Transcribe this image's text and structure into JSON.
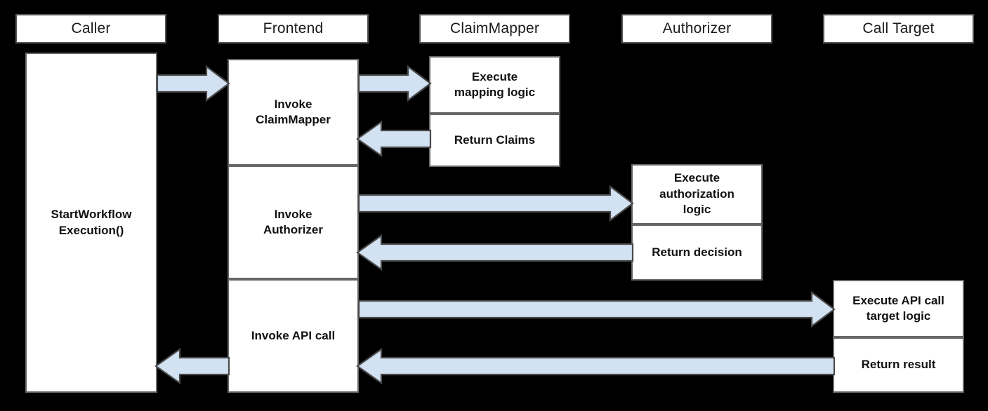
{
  "diagram": {
    "title": "Workflow authorization sequence diagram",
    "background_color": "#000000",
    "box_fill": "#ffffff",
    "box_border": "#555555",
    "arrow_fill": "#d2e2f2",
    "arrow_border": "#4a4a4a",
    "text_color": "#111111"
  },
  "lifelines": [
    {
      "id": "caller",
      "label": "Caller"
    },
    {
      "id": "frontend",
      "label": "Frontend"
    },
    {
      "id": "claimmapper",
      "label": "ClaimMapper"
    },
    {
      "id": "authorizer",
      "label": "Authorizer"
    },
    {
      "id": "calltarget",
      "label": "Call Target"
    }
  ],
  "activations": [
    {
      "id": "caller-start",
      "lifeline": "caller",
      "label": "StartWorkflow\nExecution()"
    },
    {
      "id": "frontend-claim",
      "lifeline": "frontend",
      "label": "Invoke\nClaimMapper"
    },
    {
      "id": "frontend-auth",
      "lifeline": "frontend",
      "label": "Invoke\nAuthorizer"
    },
    {
      "id": "frontend-api",
      "lifeline": "frontend",
      "label": "Invoke API call"
    },
    {
      "id": "claim-execute",
      "lifeline": "claimmapper",
      "label": "Execute\nmapping logic"
    },
    {
      "id": "claim-return",
      "lifeline": "claimmapper",
      "label": "Return Claims"
    },
    {
      "id": "auth-execute",
      "lifeline": "authorizer",
      "label": "Execute\nauthorization\nlogic"
    },
    {
      "id": "auth-return",
      "lifeline": "authorizer",
      "label": "Return decision"
    },
    {
      "id": "target-execute",
      "lifeline": "calltarget",
      "label": "Execute API call\ntarget logic"
    },
    {
      "id": "target-return",
      "lifeline": "calltarget",
      "label": "Return result"
    }
  ],
  "messages": [
    {
      "id": "msg-caller-to-frontend",
      "direction": "right",
      "from": "caller",
      "to": "frontend"
    },
    {
      "id": "msg-frontend-to-claimmapper",
      "direction": "right",
      "from": "frontend",
      "to": "claimmapper"
    },
    {
      "id": "msg-claimmapper-to-frontend",
      "direction": "left",
      "from": "claimmapper",
      "to": "frontend"
    },
    {
      "id": "msg-frontend-to-authorizer",
      "direction": "right",
      "from": "frontend",
      "to": "authorizer"
    },
    {
      "id": "msg-authorizer-to-frontend",
      "direction": "left",
      "from": "authorizer",
      "to": "frontend"
    },
    {
      "id": "msg-frontend-to-calltarget",
      "direction": "right",
      "from": "frontend",
      "to": "calltarget"
    },
    {
      "id": "msg-calltarget-to-frontend",
      "direction": "left",
      "from": "calltarget",
      "to": "frontend"
    },
    {
      "id": "msg-frontend-to-caller",
      "direction": "left",
      "from": "frontend",
      "to": "caller"
    }
  ]
}
